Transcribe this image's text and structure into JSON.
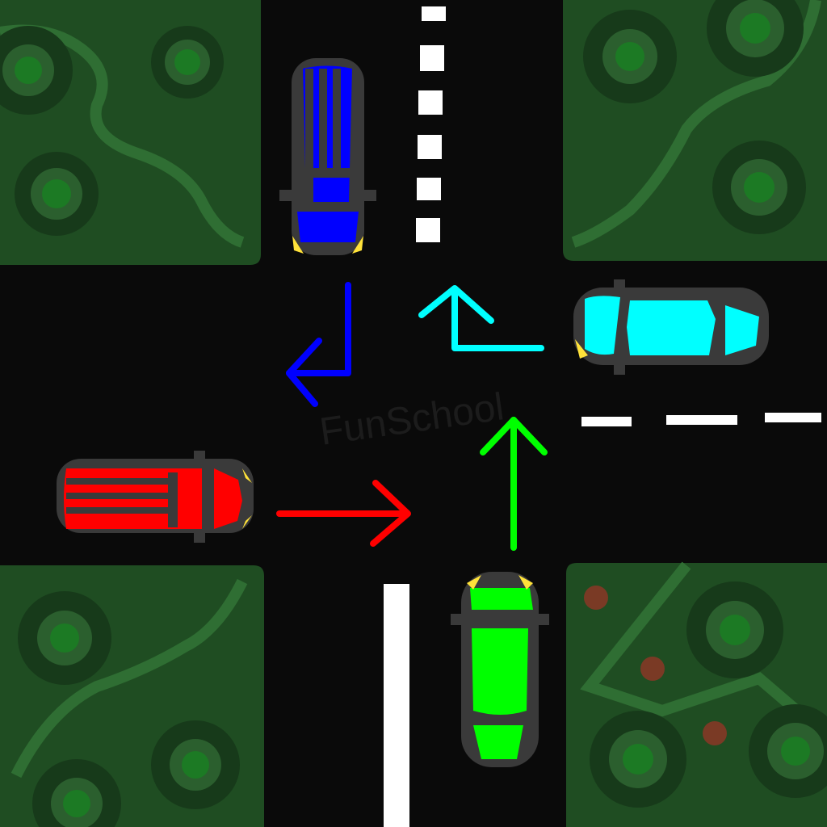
{
  "scene": {
    "kind": "intersection",
    "watermark": "FunSchool"
  },
  "colors": {
    "road": "#0a0a0a",
    "grass": "#1f4d22",
    "grass_dark": "#173a1a",
    "grass_path": "#2f6e33",
    "tree_ring": "#143a17",
    "tree_mid": "#2b5f2e",
    "tree_core": "#1c7a24",
    "lane_marking": "#ffffff",
    "car_body": "#3a3a3a",
    "headlight": "#ffe23a",
    "blue": "#0000ff",
    "cyan": "#00ffff",
    "red": "#ff0000",
    "green": "#00ff00",
    "berry": "#7a3a25"
  },
  "vehicles": [
    {
      "name": "blue-van",
      "color": "blue",
      "heading": "south",
      "maneuver": "turn-right"
    },
    {
      "name": "cyan-car",
      "color": "cyan",
      "heading": "west",
      "maneuver": "turn-right"
    },
    {
      "name": "red-van",
      "color": "red",
      "heading": "east",
      "maneuver": "straight"
    },
    {
      "name": "green-car",
      "color": "green",
      "heading": "north",
      "maneuver": "straight"
    }
  ]
}
